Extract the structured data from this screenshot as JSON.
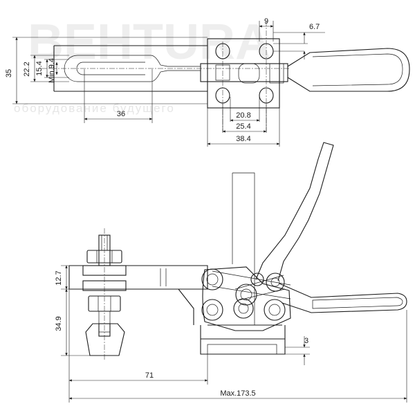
{
  "watermark": {
    "brand": "BEHTURA",
    "tagline": "оборудование будущего"
  },
  "top_view": {
    "dims": {
      "d35": "35",
      "d22_2": "22.2",
      "d15_4": "15.4",
      "d_min9_4": "Min.9.4",
      "d9": "9",
      "d6_7": "6.7",
      "d36": "36",
      "d20_8": "20.8",
      "d25_4": "25.4",
      "d38_4": "38.4"
    }
  },
  "side_view": {
    "dims": {
      "d12_7": "12.7",
      "d34_9": "34.9",
      "d71": "71",
      "d3": "3",
      "d_max173_5": "Max.173.5"
    }
  }
}
